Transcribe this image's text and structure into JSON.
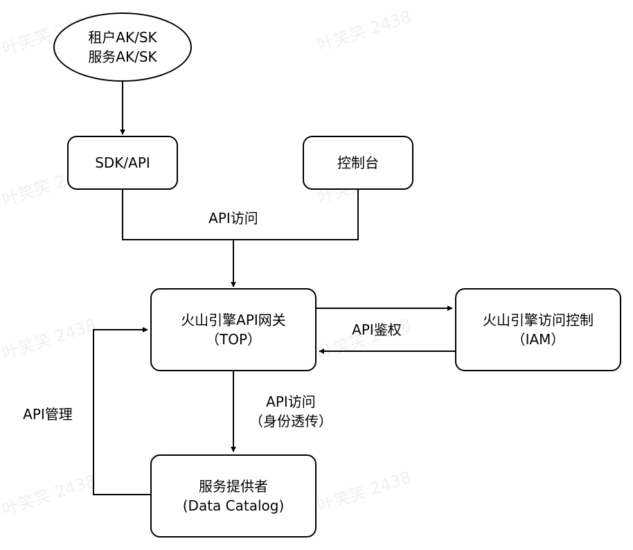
{
  "watermark": "叶笑笑 2438",
  "nodes": {
    "keys": {
      "line1": "租户AK/SK",
      "line2": "服务AK/SK"
    },
    "sdk": {
      "text": "SDK/API"
    },
    "console": {
      "text": "控制台"
    },
    "gateway": {
      "line1": "火山引擎API网关",
      "line2": "（TOP）"
    },
    "iam": {
      "line1": "火山引擎访问控制",
      "line2": "（IAM）"
    },
    "provider": {
      "line1": "服务提供者",
      "line2": "(Data Catalog)"
    }
  },
  "edges": {
    "api_access": "API访问",
    "api_auth": "API鉴权",
    "api_access2_line1": "API访问",
    "api_access2_line2": "（身份透传）",
    "api_manage": "API管理"
  }
}
